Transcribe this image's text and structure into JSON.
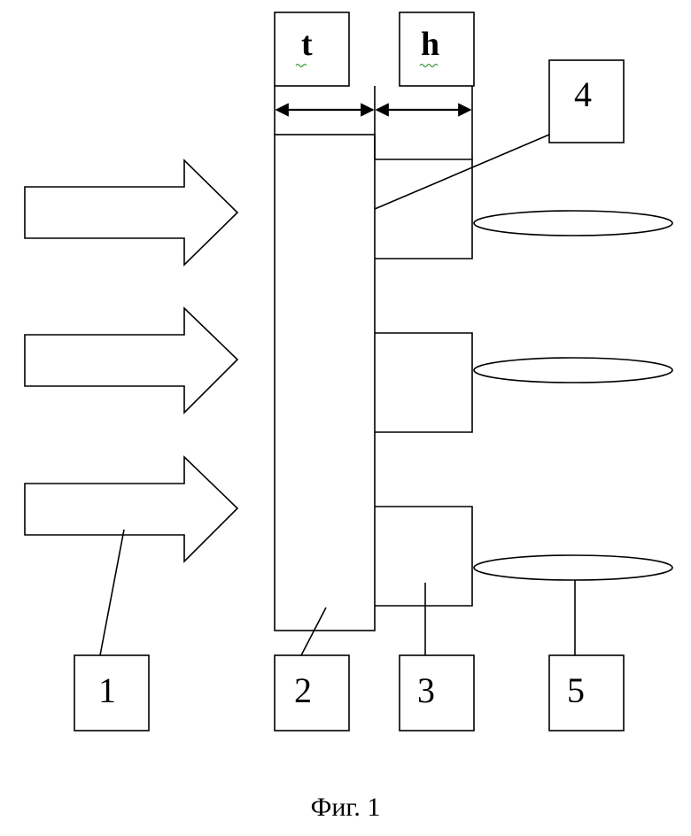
{
  "labels": {
    "arrows_ref": "1",
    "plate_ref": "2",
    "blocks_ref": "3",
    "line_ref": "4",
    "ellipses_ref": "5",
    "thickness": "t",
    "height": "h"
  },
  "caption": "Фиг. 1",
  "colors": {
    "ink": "#000000",
    "background": "#ffffff",
    "spellcheck_squiggle": "#3a9a3a"
  }
}
